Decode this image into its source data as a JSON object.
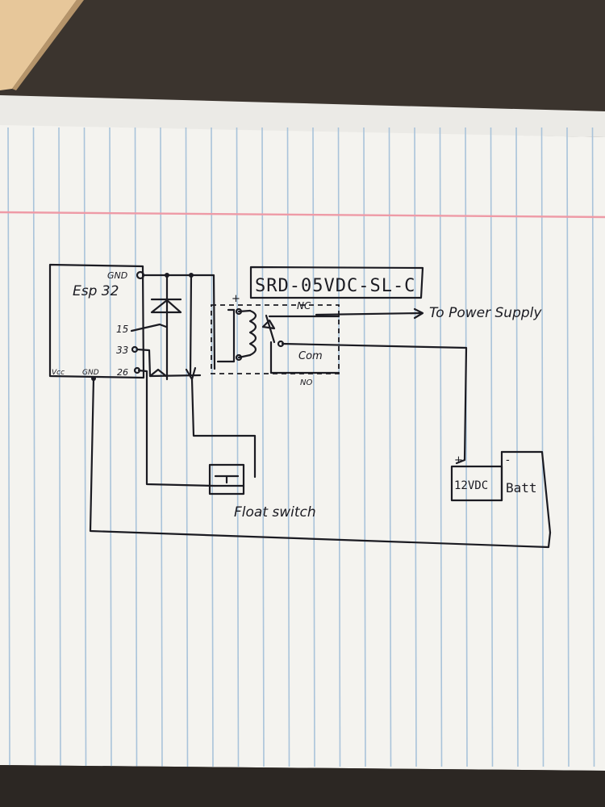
{
  "diagram": {
    "esp_block": {
      "name": "Esp 32",
      "pins": {
        "gnd_top": "GND",
        "p15": "15",
        "p33": "33",
        "p26": "26",
        "vcc": "Vcc",
        "gnd_bottom": "GND"
      }
    },
    "relay": {
      "part_number": "SRD-05VDC-SL-C",
      "nc": "NC",
      "com": "Com",
      "no": "NO",
      "coil_plus": "+"
    },
    "power_supply_label": "To Power Supply",
    "float_switch_label": "Float switch",
    "battery": {
      "voltage": "12VDC",
      "name": "Batt",
      "plus": "+",
      "minus": "-"
    },
    "colors": {
      "paper": "#f4f3ef",
      "blue_rule": "#a9c3da",
      "red_margin": "#ee9aa6",
      "ink": "#1b1b22",
      "desk": "#3b342e",
      "wood": "#e7c79a"
    }
  }
}
